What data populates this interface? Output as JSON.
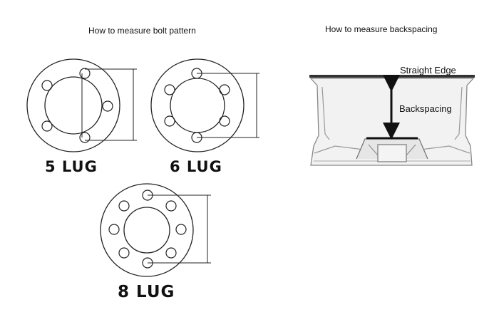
{
  "bolt_pattern": {
    "title": "How to measure bolt pattern",
    "diagrams": [
      {
        "label": "5 LUG",
        "lugs": 5
      },
      {
        "label": "6 LUG",
        "lugs": 6
      },
      {
        "label": "8 LUG",
        "lugs": 8
      }
    ]
  },
  "backspacing": {
    "title": "How to measure backspacing",
    "straight_edge_label": "Straight Edge",
    "backspacing_label": "Backspacing"
  },
  "colors": {
    "line": "#222222",
    "rim_fill": "#f2f2f2",
    "rim_stroke": "#888888"
  }
}
